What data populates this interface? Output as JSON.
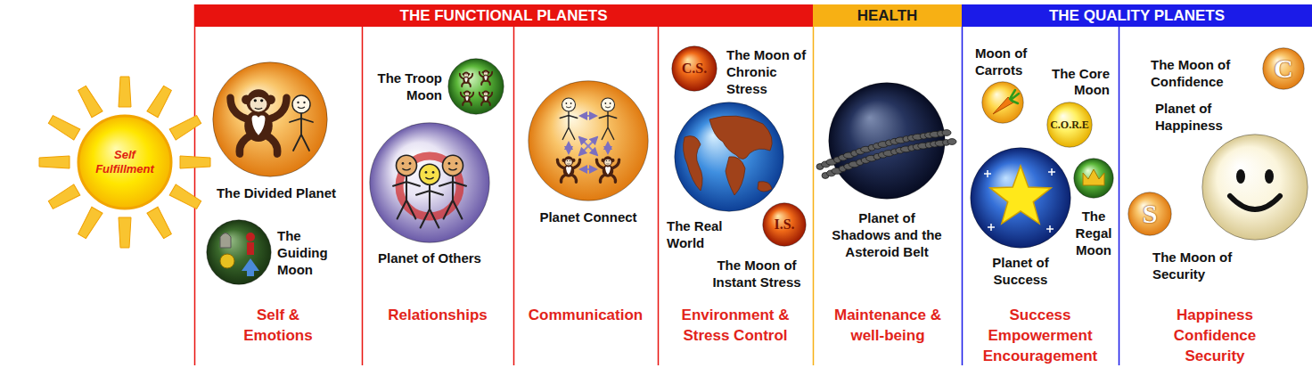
{
  "diagram": {
    "nodes": [
      {
        "text": [
          "THE FUNCTIONAL PLANETS"
        ]
      },
      {
        "text": [
          "HEALTH"
        ]
      },
      {
        "text": [
          "THE QUALITY PLANETS"
        ]
      },
      {
        "text": [
          "Self Fulfillment"
        ]
      },
      {
        "text": [
          "The Divided Planet"
        ]
      },
      {
        "text": [
          "The Guiding Moon"
        ]
      },
      {
        "text": [
          "The Troop Moon"
        ]
      },
      {
        "text": [
          "Planet of Others"
        ]
      },
      {
        "text": [
          "Planet Connect"
        ]
      },
      {
        "text": [
          "The Moon of Chronic Stress",
          "C.S."
        ]
      },
      {
        "text": [
          "The Real World"
        ]
      },
      {
        "text": [
          "The Moon of Instant Stress",
          "I.S."
        ]
      },
      {
        "text": [
          "Planet of Shadows and the Asteroid Belt"
        ]
      },
      {
        "text": [
          "Moon of Carrots"
        ]
      },
      {
        "text": [
          "The Core Moon",
          "C.O.R.E"
        ]
      },
      {
        "text": [
          "Planet of Success"
        ]
      },
      {
        "text": [
          "The Regal Moon"
        ]
      },
      {
        "text": [
          "The Moon of Confidence",
          "C"
        ]
      },
      {
        "text": [
          "Planet of Happiness"
        ]
      },
      {
        "text": [
          "The Moon of Security",
          "S"
        ]
      }
    ],
    "labels": [
      "Self & Emotions",
      "Relationships",
      "Communication",
      "Environment & Stress Control",
      "Maintenance & well-being",
      "Success Empowerment Encouragement",
      "Happiness Confidence Security"
    ]
  }
}
